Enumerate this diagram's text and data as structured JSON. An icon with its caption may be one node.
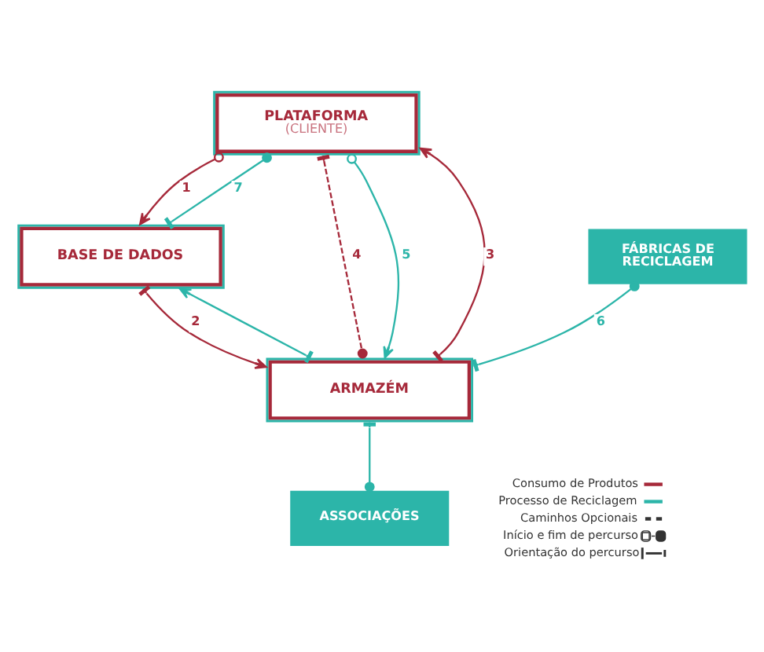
{
  "diagram": {
    "nodes": [
      {
        "text": [
          "PLATAFORMA",
          "(CLIENTE)"
        ]
      },
      {
        "text": [
          "BASE DE DADOS"
        ]
      },
      {
        "text": [
          "FÁBRICAS DE RECICLAGEM"
        ]
      },
      {
        "text": [
          "ARMAZÉM"
        ]
      },
      {
        "text": [
          "ASSOCIAÇÕES"
        ]
      }
    ],
    "edges": [
      {
        "from": 0,
        "to": 1,
        "arrow": "to",
        "label": "1",
        "color": "#a6293a"
      },
      {
        "from": 1,
        "to": 3,
        "arrow": "to",
        "label": "2",
        "color": "#a6293a"
      },
      {
        "from": 3,
        "to": 1,
        "arrow": "to"
      },
      {
        "from": 3,
        "to": 0,
        "arrow": "to",
        "label": "3",
        "color": "#a6293a"
      },
      {
        "from": 0,
        "to": 3,
        "arrow": "other",
        "label": "4",
        "style": "dashed",
        "color": "#a6293a"
      },
      {
        "from": 0,
        "to": 3,
        "arrow": "to",
        "label": "5"
      },
      {
        "from": 3,
        "to": 2,
        "arrow": "other",
        "label": "6"
      },
      {
        "from": 3,
        "to": 4,
        "arrow": "other"
      },
      {
        "from": 1,
        "to": 0,
        "arrow": "other",
        "label": "7"
      }
    ],
    "legend": [
      {
        "text": "Consumo de Produtos",
        "color": "#a6293a"
      },
      {
        "text": "Processo de Reciclagem",
        "color": "#2cb5a9"
      },
      {
        "text": "Caminhos Opcionais"
      },
      {
        "text": "Início e fim de percurso"
      },
      {
        "text": "Orientação do percurso"
      }
    ]
  }
}
